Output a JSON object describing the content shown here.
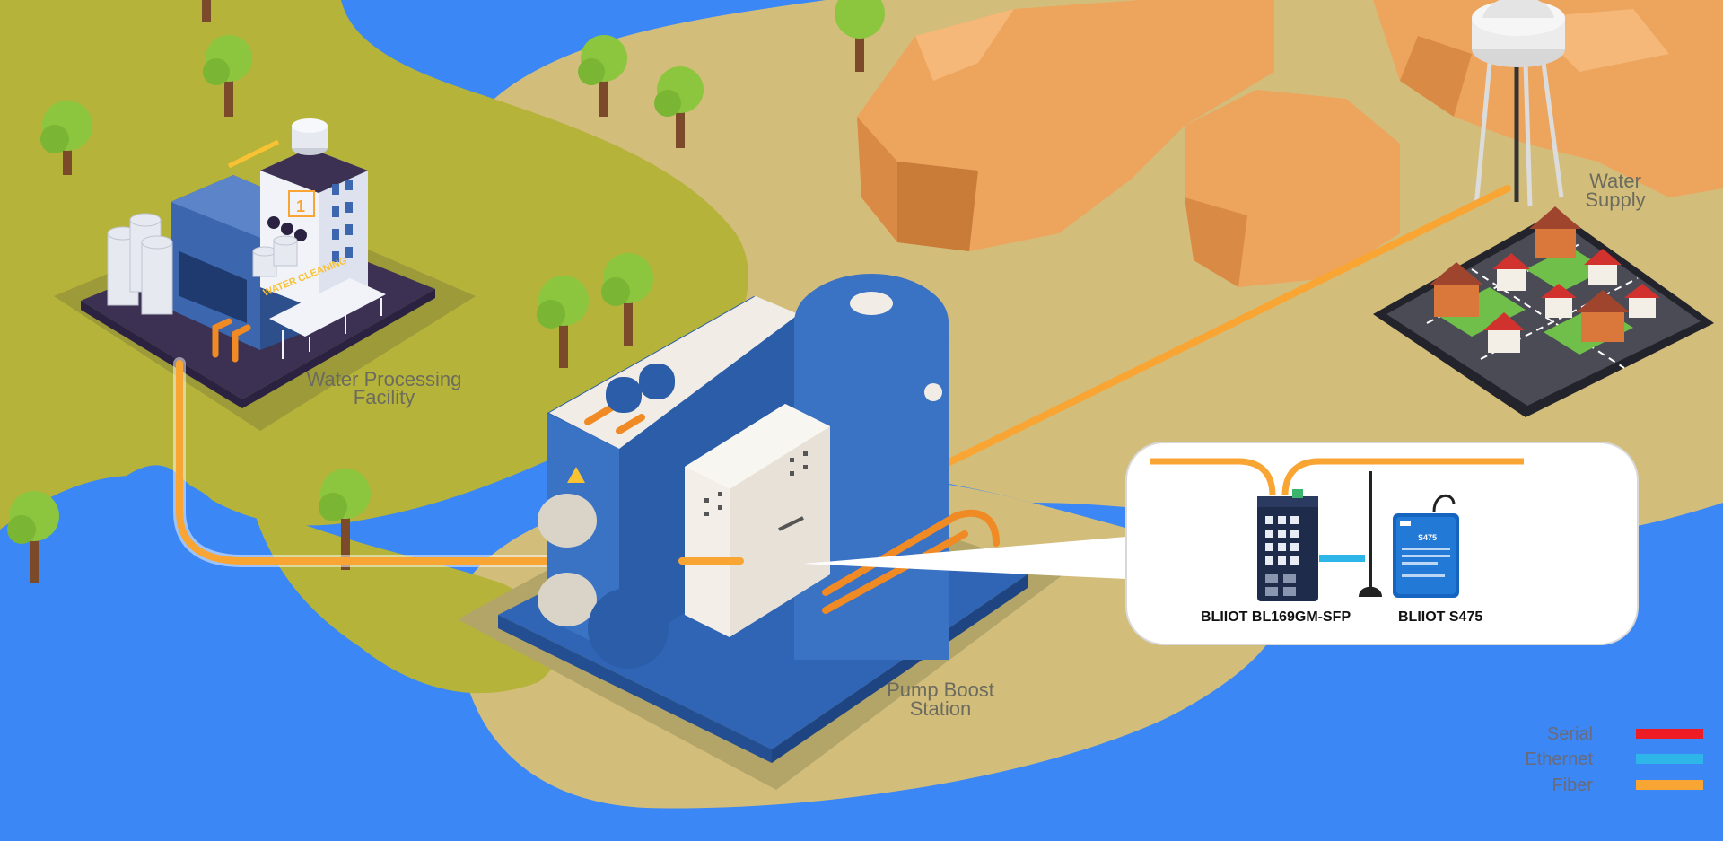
{
  "nodes": {
    "water_processing": {
      "line1": "Water Processing",
      "line2": "Facility"
    },
    "pump_boost": {
      "line1": "Pump Boost",
      "line2": "Station"
    },
    "water_supply": {
      "line1": "Water",
      "line2": "Supply"
    }
  },
  "building": {
    "sign": "WATER CLEANING",
    "number": "1"
  },
  "callout": {
    "switch_label": "BLIIOT BL169GM-SFP",
    "router_label": "BLIIOT S475",
    "router_model": "S475"
  },
  "legend": [
    {
      "label": "Serial",
      "color": "#ee1c24"
    },
    {
      "label": "Ethernet",
      "color": "#2fb6e8"
    },
    {
      "label": "Fiber",
      "color": "#f9a533"
    }
  ],
  "colors": {
    "water": "#3a87f5",
    "grass": "#b5b33a",
    "sand": "#d3bd7b",
    "rock": "#eda55e",
    "fiber": "#f9a533",
    "ethernet": "#2fb6e8",
    "serial": "#ee1c24"
  }
}
